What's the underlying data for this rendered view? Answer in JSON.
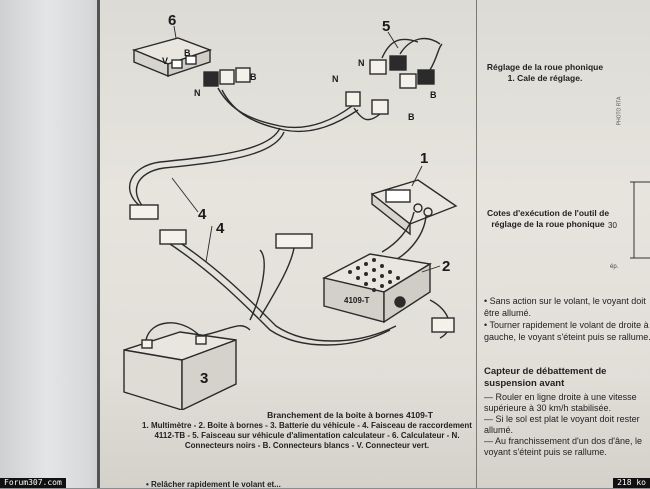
{
  "figure": {
    "callouts": [
      "1",
      "2",
      "3",
      "4",
      "4",
      "5",
      "6"
    ],
    "pins": {
      "V": "V",
      "B": "B",
      "N": "N"
    },
    "box_label": "4109-T",
    "caption_title": "Branchement de la boite à bornes 4109-T",
    "caption_body": "1. Multimètre - 2. Boite à bornes - 3. Batterie du véhicule - 4. Faisceau de raccordement 4112-TB - 5. Faisceau sur véhicule d'alimentation calculateur - 6. Calculateur - N. Connecteurs noirs - B. Connecteurs blancs - V. Connecteur vert."
  },
  "bottom_cut_text": "• Relâcher rapidement le volant et...",
  "right_column": {
    "roue_title": "Réglage de la roue phonique",
    "roue_sub": "1. Cale de réglage.",
    "cotes": "Cotes d'exécution de l'outil de réglage de la roue phonique",
    "bullet1": "• Sans action sur le volant, le voyant doit être allumé.",
    "bullet2": "• Tourner rapidement le volant de droite à gauche, le voyant s'éteint puis se rallume.",
    "capteur_title": "Capteur de débattement de suspension avant",
    "capteur_1": "— Rouler en ligne droite à une vitesse supérieure à 30 km/h stabilisée.",
    "capteur_2": "— Si le sol est plat le voyant doit rester allumé.",
    "capteur_3": "— Au franchissement d'un dos d'âne, le voyant s'éteint puis se rallume.",
    "thirty": "30",
    "epc": "ép."
  },
  "stamp": "PHOTO RTA",
  "watermark_left": "Forum307.com",
  "watermark_right": "218 ko"
}
